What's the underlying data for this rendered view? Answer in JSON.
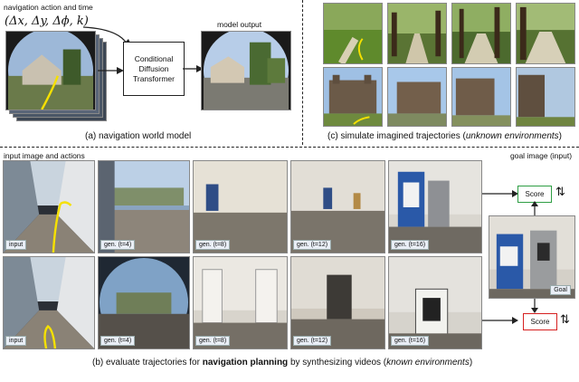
{
  "panel_a": {
    "action_label": "navigation action and time",
    "action_formula": "(Δx, Δy, Δϕ, k)",
    "model_box": [
      "Conditional",
      "Diffusion",
      "Transformer"
    ],
    "output_label": "model output",
    "caption": "(a) navigation world model"
  },
  "panel_b": {
    "input_header": "input image and actions",
    "goal_header": "goal image (input)",
    "row1_tags": [
      "input",
      "gen. (t=4)",
      "gen. (t=8)",
      "gen. (t=12)",
      "gen. (t=16)"
    ],
    "row2_tags": [
      "input",
      "gen. (t=4)",
      "gen. (t=8)",
      "gen. (t=12)",
      "gen. (t=16)"
    ],
    "score_label_top": "Score",
    "score_label_bottom": "Score",
    "goal_tag": "Goal",
    "score_colors": {
      "top": "#2e9e44",
      "bottom": "#d62020"
    },
    "caption_pre": "(b) evaluate trajectories  for ",
    "caption_bold": "navigation planning",
    "caption_mid": " by synthesizing videos (",
    "caption_italic": "known environments",
    "caption_post": ")"
  },
  "panel_c": {
    "caption_pre": "(c) simulate imagined trajectories (",
    "caption_italic": "unknown environments",
    "caption_post": ")"
  },
  "colors": {
    "trajectory": "#f5e000",
    "divider": "#222222"
  }
}
